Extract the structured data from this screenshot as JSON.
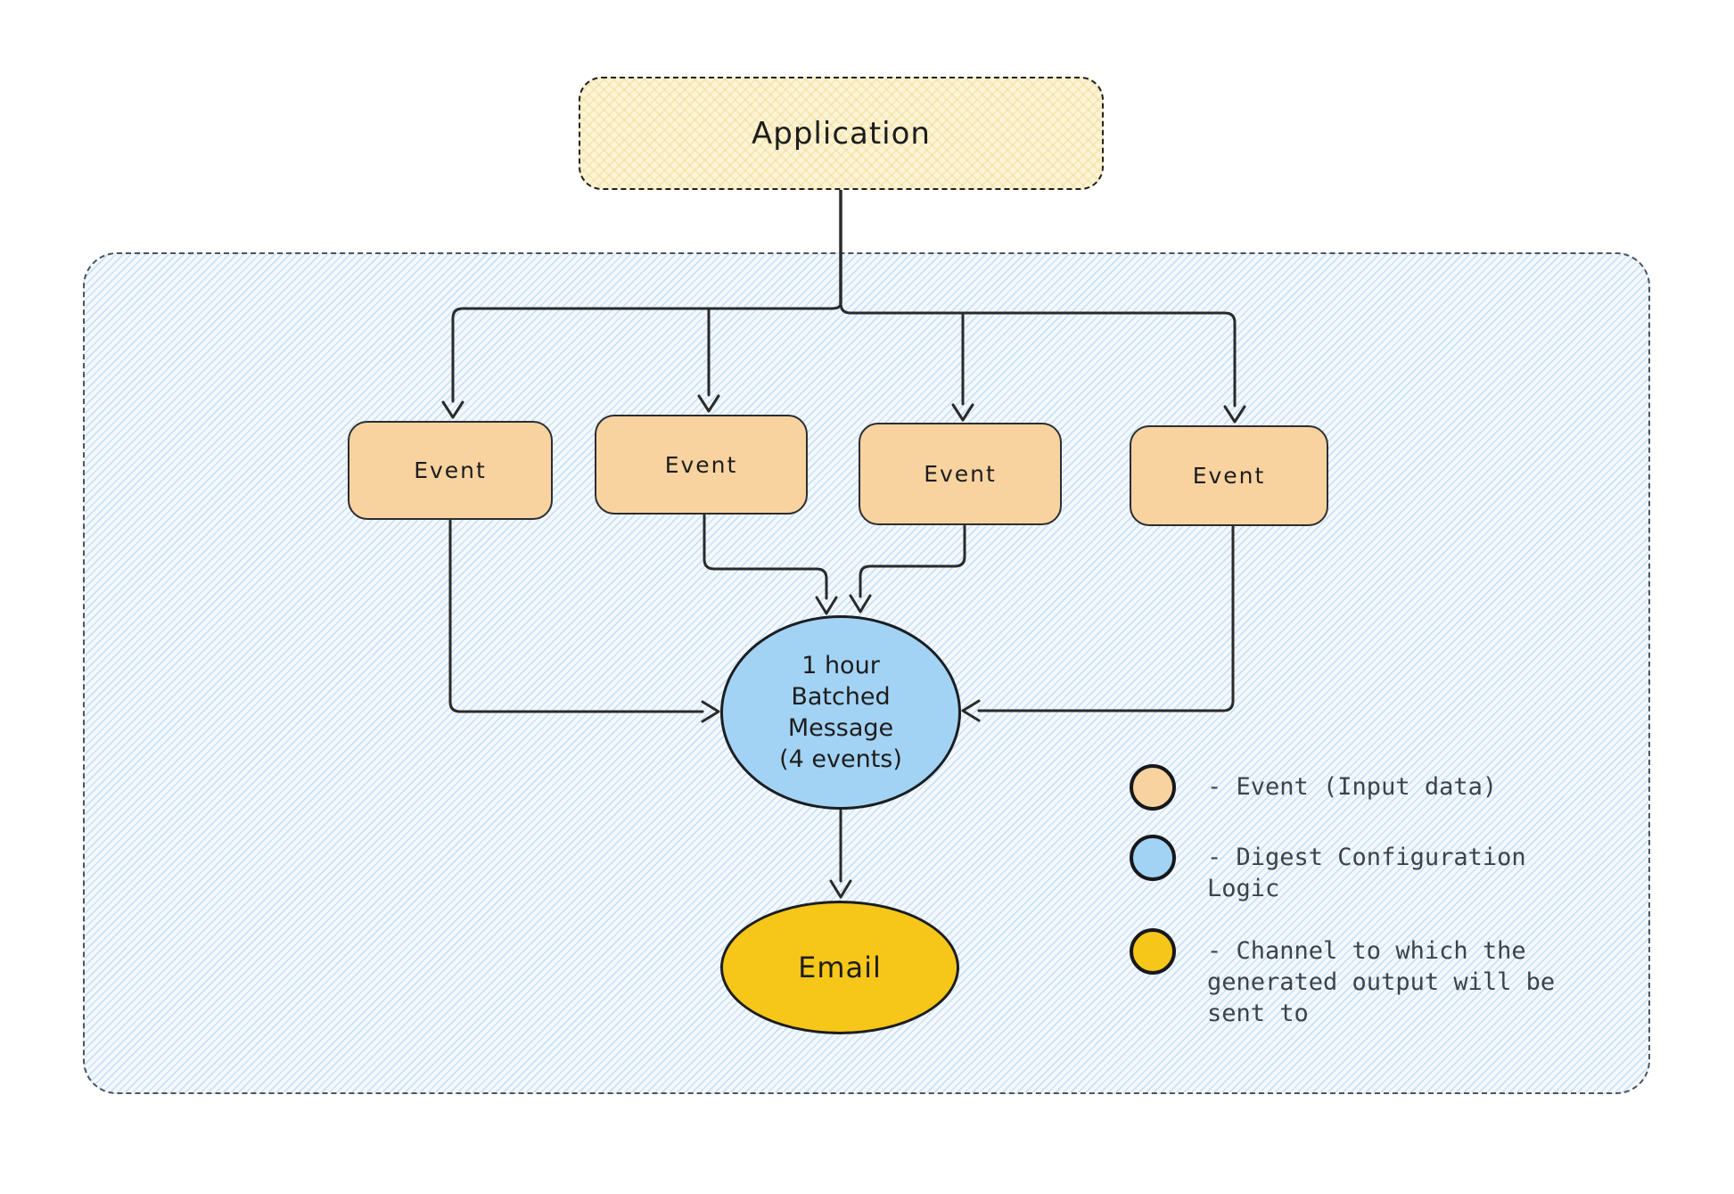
{
  "application": {
    "label": "Application"
  },
  "events": [
    {
      "label": "Event"
    },
    {
      "label": "Event"
    },
    {
      "label": "Event"
    },
    {
      "label": "Event"
    }
  ],
  "digest_node": {
    "lines": [
      "1 hour",
      "Batched",
      "Message",
      "(4 events)"
    ]
  },
  "channel_node": {
    "label": "Email"
  },
  "legend": {
    "items": [
      {
        "color": "#f8d3a0",
        "label": "- Event (Input data)"
      },
      {
        "color": "#a3d3f4",
        "label": "- Digest Configuration Logic"
      },
      {
        "color": "#f6c619",
        "label": "- Channel to which the generated output will be sent to"
      }
    ]
  },
  "colors": {
    "application_fill": "#fcf4d7",
    "event_fill": "#f8d3a0",
    "digest_fill": "#a3d3f4",
    "channel_fill": "#f6c619",
    "container_fill": "#f4f9fd",
    "stroke": "#2a2a2a"
  }
}
